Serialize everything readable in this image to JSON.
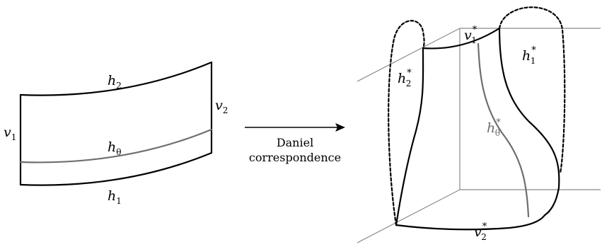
{
  "left_panel": {
    "h2": {
      "base": "h",
      "sub": "2"
    },
    "v2": {
      "base": "v",
      "sub": "2"
    },
    "v1": {
      "base": "v",
      "sub": "1"
    },
    "htheta": {
      "base": "h",
      "sub": "θ"
    },
    "h1": {
      "base": "h",
      "sub": "1"
    }
  },
  "arrow": {
    "line1": "Daniel",
    "line2": "correspondence"
  },
  "right_panel": {
    "v1_star": {
      "base": "v",
      "sub": "1",
      "sup": "*"
    },
    "h1_star": {
      "base": "h",
      "sub": "1",
      "sup": "*"
    },
    "h2_star": {
      "base": "h",
      "sub": "2",
      "sup": "*"
    },
    "htheta_star": {
      "base": "h",
      "sub": "θ",
      "sup": "*"
    },
    "v2_star": {
      "base": "v",
      "sub": "2",
      "sup": "*"
    }
  },
  "colors": {
    "stroke": "#000000",
    "gray": "#6e6e6e",
    "axes": "#8a8a8a"
  }
}
